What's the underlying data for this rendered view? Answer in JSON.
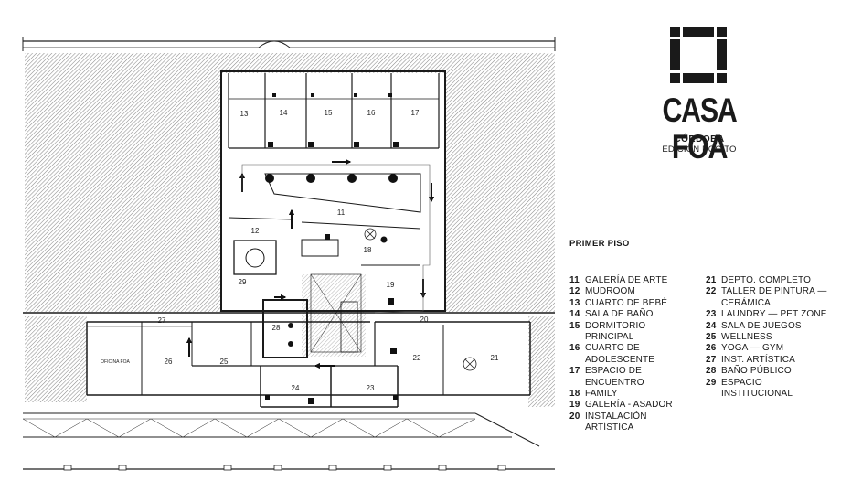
{
  "brand": {
    "name": "CASA FOA",
    "city": "CÓRDOBA",
    "edition": "EDICIÓN POCITO",
    "logo_icon": "square-frame-logo-icon"
  },
  "floor": {
    "title": "PRIMER PISO"
  },
  "plan_labels": {
    "r11": "11",
    "r12": "12",
    "r13": "13",
    "r14": "14",
    "r15": "15",
    "r16": "16",
    "r17": "17",
    "r18": "18",
    "r19": "19",
    "r20": "20",
    "r21": "21",
    "r22": "22",
    "r23": "23",
    "r24": "24",
    "r25": "25",
    "r26": "26",
    "r27": "27",
    "r28": "28",
    "r29": "29",
    "oficina": "OFICINA FOA"
  },
  "legend": {
    "left": [
      {
        "num": "11",
        "label": "GALERÍA DE ARTE"
      },
      {
        "num": "12",
        "label": "MUDROOM"
      },
      {
        "num": "13",
        "label": "CUARTO DE BEBÉ"
      },
      {
        "num": "14",
        "label": "SALA DE BAÑO"
      },
      {
        "num": "15",
        "label": "DORMITORIO\nPRINCIPAL"
      },
      {
        "num": "16",
        "label": "CUARTO DE\nADOLESCENTE"
      },
      {
        "num": "17",
        "label": "ESPACIO DE\nENCUENTRO"
      },
      {
        "num": "18",
        "label": "FAMILY"
      },
      {
        "num": "19",
        "label": "GALERÍA - ASADOR"
      },
      {
        "num": "20",
        "label": "INSTALACIÓN\nARTÍSTICA"
      }
    ],
    "right": [
      {
        "num": "21",
        "label": "DEPTO. COMPLETO"
      },
      {
        "num": "22",
        "label": "TALLER DE PINTURA —\nCERÁMICA"
      },
      {
        "num": "23",
        "label": "LAUNDRY — PET ZONE"
      },
      {
        "num": "24",
        "label": "SALA DE JUEGOS"
      },
      {
        "num": "25",
        "label": "WELLNESS"
      },
      {
        "num": "26",
        "label": "YOGA — GYM"
      },
      {
        "num": "27",
        "label": "INST. ARTÍSTICA"
      },
      {
        "num": "28",
        "label": "BAÑO PÚBLICO"
      },
      {
        "num": "29",
        "label": "ESPACIO\nINSTITUCIONAL"
      }
    ]
  },
  "colors": {
    "ink": "#1a1a1a",
    "hatch": "#8a8a8a",
    "background": "#ffffff"
  }
}
